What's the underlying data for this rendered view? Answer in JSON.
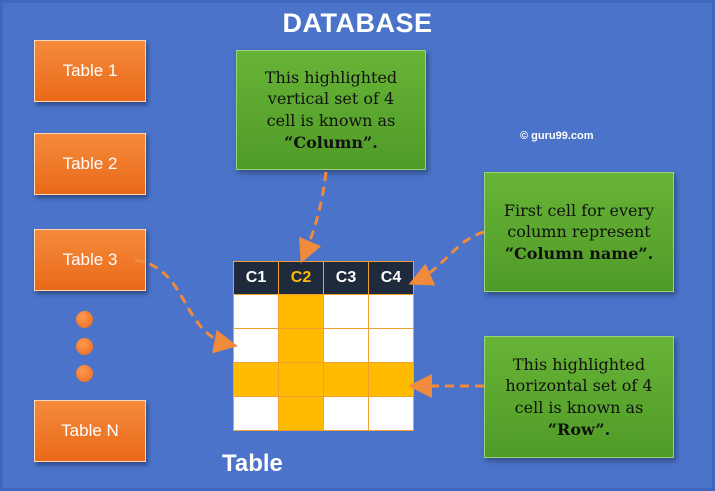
{
  "title": "DATABASE",
  "tables": [
    {
      "label": "Table 1"
    },
    {
      "label": "Table 2"
    },
    {
      "label": "Table 3"
    },
    {
      "label": "Table N"
    }
  ],
  "callouts": {
    "column": {
      "line1": "This highlighted",
      "line2": "vertical set of 4",
      "line3": "cell is known as",
      "keyword": "“Column”."
    },
    "column_name": {
      "line1": "First cell for every",
      "line2": "column represent",
      "keyword": "“Column name”."
    },
    "row": {
      "line1": "This highlighted",
      "line2": "horizontal set of 4",
      "line3": "cell is known as",
      "keyword": "“Row”."
    }
  },
  "copyright": "© guru99.com",
  "grid": {
    "headers": [
      "C1",
      "C2",
      "C3",
      "C4"
    ],
    "highlight_column": 1,
    "highlight_row": 2,
    "row_count": 4
  },
  "table_label": "Table",
  "colors": {
    "background": "#4a73c9",
    "table_box": "#e96a19",
    "callout": "#5aa52e",
    "highlight": "#ffbb00",
    "header": "#1f2a3c",
    "arrow": "#f08a3c"
  }
}
